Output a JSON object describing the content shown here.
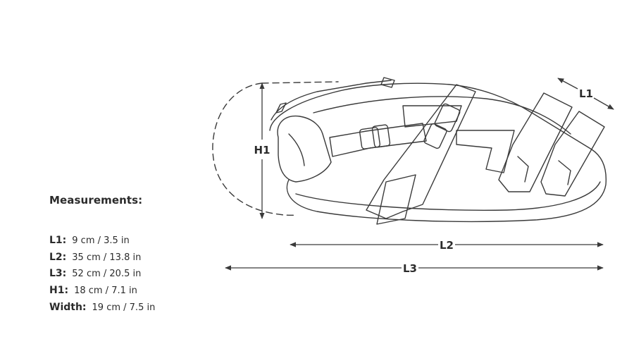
{
  "title": "Measurements:",
  "measurements": [
    {
      "label": "L1:",
      "value": "9 cm  /  3.5 in"
    },
    {
      "label": "L2:",
      "value": "35 cm  /  13.8 in"
    },
    {
      "label": "L3:",
      "value": "52 cm  /  20.5 in"
    },
    {
      "label": "H1:",
      "value": "18 cm  /  7.1 in"
    },
    {
      "label": "Width:",
      "value": "19 cm  /  7.5 in"
    }
  ],
  "dimension_labels": {
    "l1": "L1",
    "l2": "L2",
    "l3": "L3",
    "h1": "H1"
  },
  "colors": {
    "line": "#3a3a3a",
    "text": "#2b2b2b"
  }
}
